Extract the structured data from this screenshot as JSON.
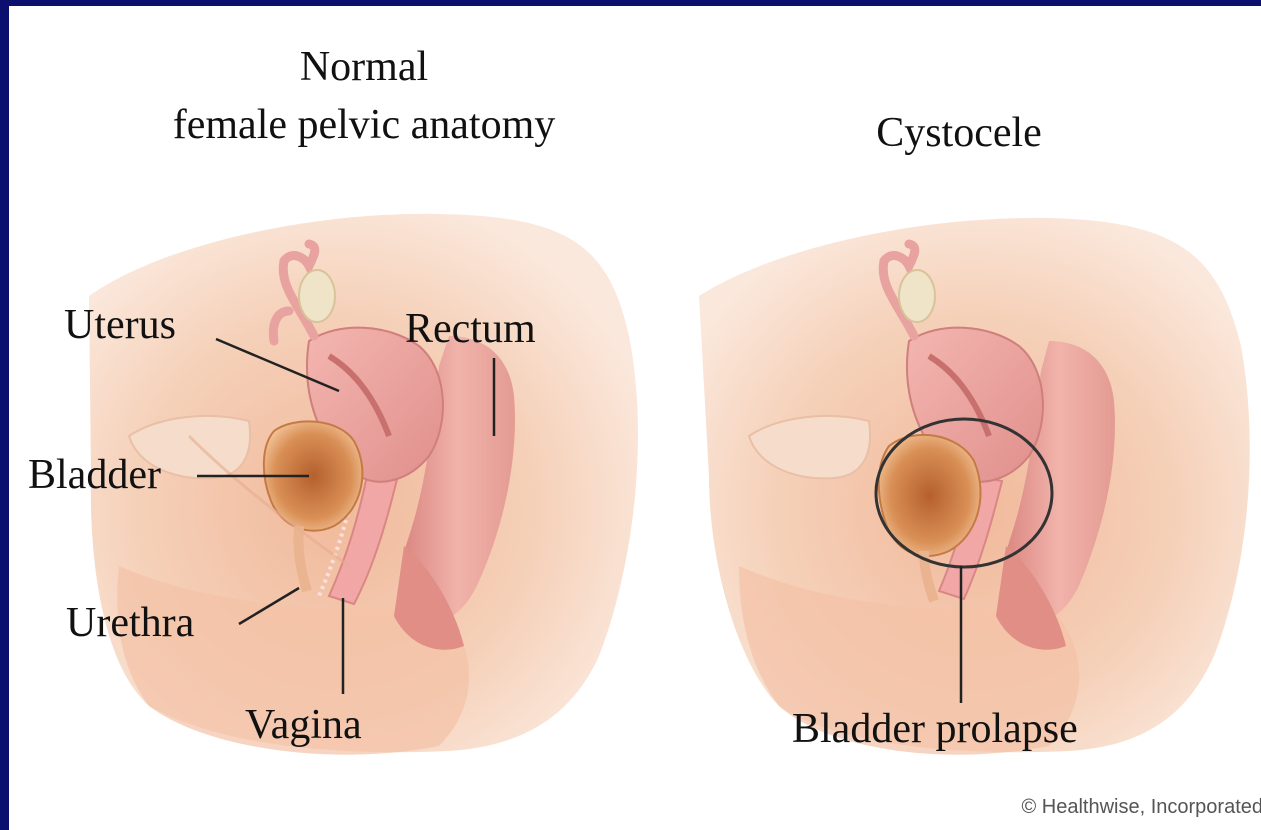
{
  "diagram": {
    "titles": {
      "normal_line1": "Normal",
      "normal_line2": "female pelvic anatomy",
      "cystocele": "Cystocele"
    },
    "labels": {
      "uterus": "Uterus",
      "rectum": "Rectum",
      "bladder": "Bladder",
      "urethra": "Urethra",
      "vagina": "Vagina",
      "bladder_prolapse": "Bladder prolapse"
    },
    "credit": "© Healthwise, Incorporated",
    "colors": {
      "background": "#0b0f6e",
      "skin": "#f3c9ad",
      "tissue": "#e79a9a",
      "bladder": "#c9743e",
      "leader": "#222222"
    }
  }
}
